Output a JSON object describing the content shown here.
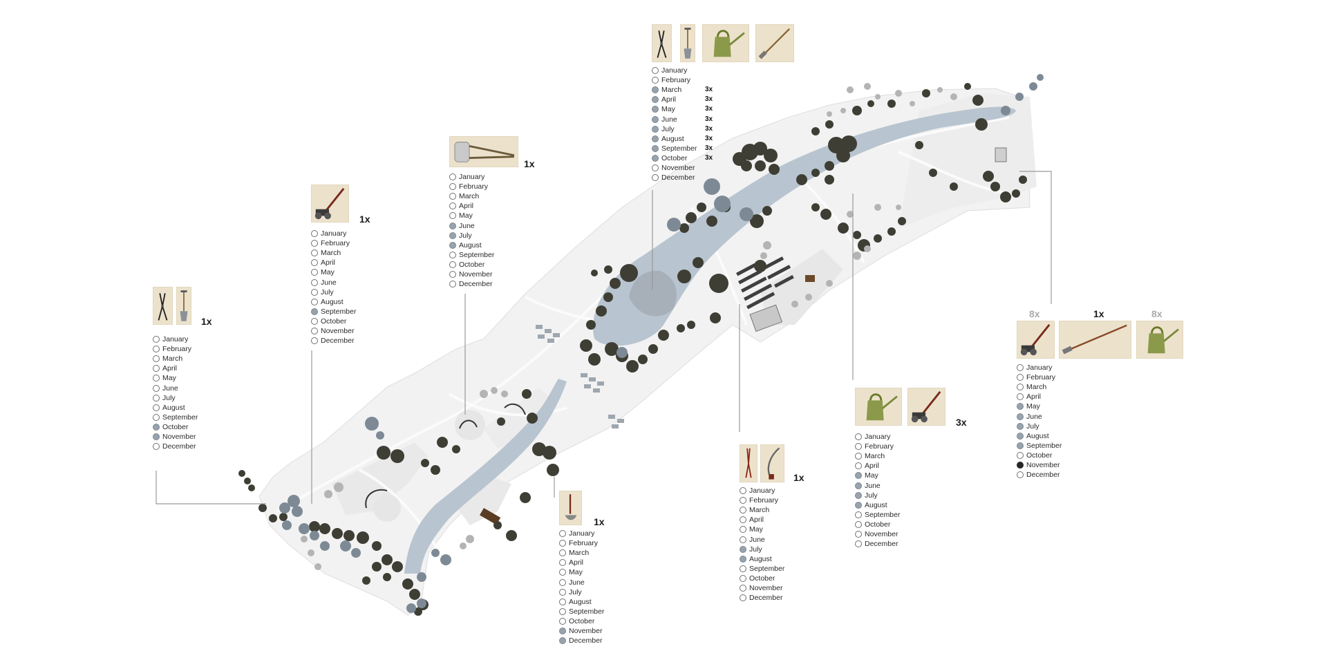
{
  "months": [
    "January",
    "February",
    "March",
    "April",
    "May",
    "June",
    "July",
    "August",
    "September",
    "October",
    "November",
    "December"
  ],
  "colors": {
    "inactive": "#ffffff",
    "active": "#98a3ad",
    "heavy": "#262626",
    "water": "#b8c4cf",
    "trees": "#3e3e35",
    "paths": "#f1f1f1"
  },
  "cards": [
    {
      "id": "a",
      "freq": "1x",
      "tools": [
        "pruning-shears-icon",
        "spade-icon"
      ],
      "months": [
        0,
        0,
        0,
        0,
        0,
        0,
        0,
        0,
        0,
        1,
        1,
        0
      ],
      "month_freq": []
    },
    {
      "id": "b",
      "freq": "1x",
      "tools": [
        "lawn-mower-icon"
      ],
      "months": [
        0,
        0,
        0,
        0,
        0,
        0,
        0,
        0,
        1,
        0,
        0,
        0
      ],
      "month_freq": []
    },
    {
      "id": "c",
      "freq": "1x",
      "tools": [
        "lawn-roller-icon"
      ],
      "months": [
        0,
        0,
        0,
        0,
        0,
        1,
        1,
        1,
        0,
        0,
        0,
        0
      ],
      "month_freq": []
    },
    {
      "id": "d",
      "freq": "",
      "tools": [
        "pruning-shears-icon",
        "spade-icon",
        "watering-can-icon",
        "hoe-icon"
      ],
      "months": [
        0,
        0,
        1,
        1,
        1,
        1,
        1,
        1,
        1,
        1,
        0,
        0
      ],
      "month_freq": [
        "",
        "",
        "3x",
        "3x",
        "3x",
        "3x",
        "3x",
        "3x",
        "3x",
        "3x",
        "",
        ""
      ]
    },
    {
      "id": "e",
      "freq": "1x",
      "tools": [
        "edging-knife-icon"
      ],
      "months": [
        0,
        0,
        0,
        0,
        0,
        0,
        0,
        0,
        0,
        0,
        1,
        1
      ],
      "month_freq": []
    },
    {
      "id": "f",
      "freq": "1x",
      "tools": [
        "hedge-shears-icon",
        "saw-icon"
      ],
      "months": [
        0,
        0,
        0,
        0,
        0,
        0,
        1,
        1,
        0,
        0,
        0,
        0
      ],
      "month_freq": []
    },
    {
      "id": "g",
      "freq": "3x",
      "tools": [
        "watering-can-icon",
        "lawn-mower-icon"
      ],
      "months": [
        0,
        0,
        0,
        0,
        1,
        1,
        1,
        1,
        0,
        0,
        0,
        0
      ],
      "month_freq": []
    },
    {
      "id": "h",
      "freq": "",
      "tool_freqs": [
        "8x",
        "1x",
        "8x"
      ],
      "tools": [
        "lawn-mower-icon",
        "hoe-icon",
        "watering-can-icon"
      ],
      "months": [
        0,
        0,
        0,
        0,
        1,
        1,
        1,
        1,
        1,
        0,
        2,
        0
      ],
      "month_freq": []
    }
  ]
}
